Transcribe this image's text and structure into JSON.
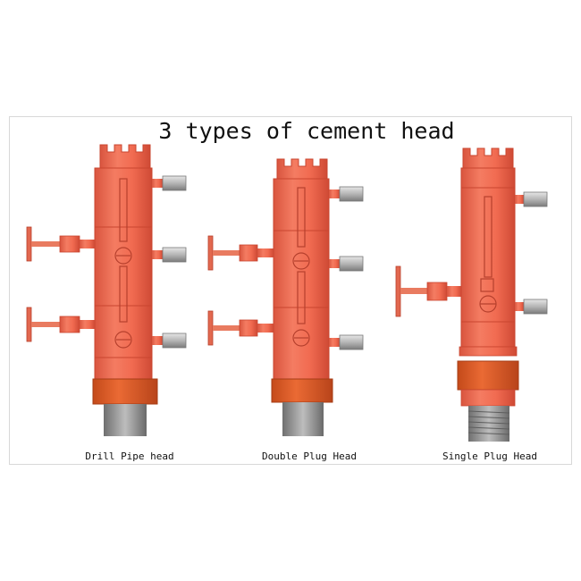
{
  "title": "3 types of cement head",
  "colors": {
    "body": "#ef6a52",
    "body_edge": "#c9452f",
    "body_highlight": "#f68c74",
    "collar": "#d8541f",
    "thread": "#9a9a9a",
    "fitting": "#c4c4c4",
    "fitting_dark": "#7d7d7d"
  },
  "heads": [
    {
      "label": "Drill Pipe head"
    },
    {
      "label": "Double Plug Head"
    },
    {
      "label": "Single Plug Head"
    }
  ]
}
